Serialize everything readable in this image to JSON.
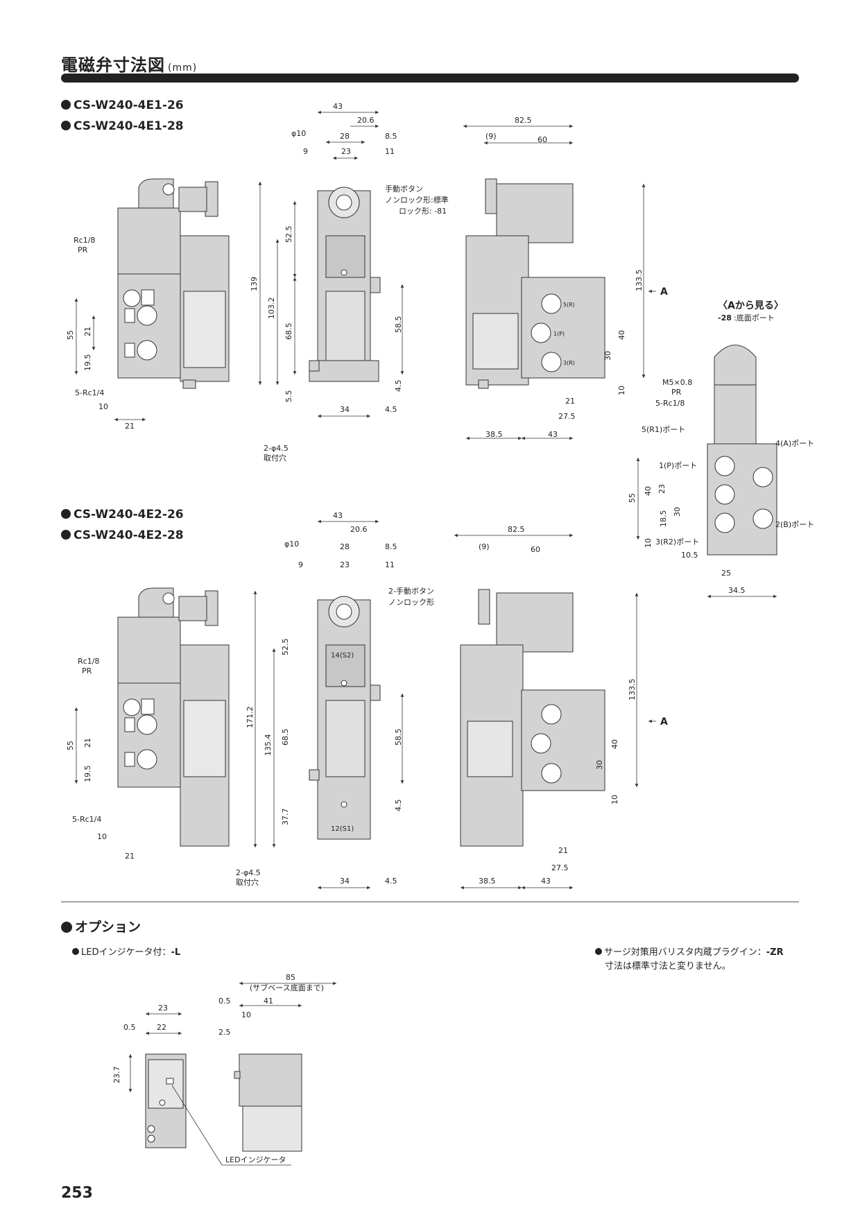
{
  "page": {
    "title": "電磁弁寸法図",
    "title_unit": "(mm)",
    "page_number": "253"
  },
  "section1": {
    "model_a": "CS-W240-4E1-26",
    "model_b": "CS-W240-4E1-28",
    "side": {
      "port_top": "Rc1/8",
      "port_top2": "PR",
      "port_side": "5-Rc1/4",
      "dims": [
        "55",
        "21",
        "19.5",
        "10",
        "21"
      ]
    },
    "front": {
      "dims_top": [
        "43",
        "20.6",
        "φ10",
        "28",
        "8.5",
        "9",
        "23",
        "11"
      ],
      "dims_left": [
        "139",
        "103.2",
        "52.5",
        "68.5",
        "5.5"
      ],
      "dims_right": [
        "58.5",
        "4.5"
      ],
      "dims_bottom": [
        "34",
        "4.5"
      ],
      "mount_holes": "2-φ4.5",
      "mount_holes_label": "取付穴",
      "manual_button": "手動ボタン",
      "manual_nonlock": "ノンロック形:標準",
      "manual_lock": "ロック形: -81"
    },
    "right": {
      "dims_top": [
        "82.5",
        "(9)",
        "60"
      ],
      "dims_right": [
        "133.5",
        "40",
        "30",
        "10"
      ],
      "dims_bottom": [
        "21",
        "27.5",
        "38.5",
        "43"
      ],
      "arrow_label": "A",
      "ports": [
        "5(R)",
        "1(P)",
        "3(R)"
      ]
    }
  },
  "bottom_view": {
    "title": "〈Aから見る〉",
    "subtitle_code": "-28",
    "subtitle_text": ":底面ポート",
    "labels": [
      "M5×0.8",
      "PR",
      "5-Rc1/8",
      "5(R1)ポート",
      "1(P)ポート",
      "3(R2)ポート",
      "4(A)ポート",
      "2(B)ポート"
    ],
    "dims": [
      "55",
      "40",
      "23",
      "30",
      "18.5",
      "10",
      "10.5",
      "25",
      "34.5"
    ]
  },
  "section2": {
    "model_a": "CS-W240-4E2-26",
    "model_b": "CS-W240-4E2-28",
    "side": {
      "port_top": "Rc1/8",
      "port_top2": "PR",
      "port_side": "5-Rc1/4",
      "dims": [
        "55",
        "21",
        "19.5",
        "10",
        "21"
      ]
    },
    "front": {
      "dims_top": [
        "43",
        "20.6",
        "φ10",
        "28",
        "8.5",
        "9",
        "23",
        "11"
      ],
      "dims_left": [
        "171.2",
        "135.4",
        "52.5",
        "68.5",
        "37.7"
      ],
      "dims_right": [
        "58.5",
        "4.5"
      ],
      "dims_bottom": [
        "34",
        "4.5"
      ],
      "mount_holes": "2-φ4.5",
      "mount_holes_label": "取付穴",
      "manual_button": "2-手動ボタン",
      "manual_nonlock": "ノンロック形",
      "solenoid_top": "14(S2)",
      "solenoid_bottom": "12(S1)"
    },
    "right": {
      "dims_top": [
        "82.5",
        "(9)",
        "60"
      ],
      "dims_right": [
        "133.5",
        "40",
        "30",
        "10"
      ],
      "dims_bottom": [
        "21",
        "27.5",
        "38.5",
        "43"
      ],
      "arrow_label": "A"
    }
  },
  "options": {
    "heading": "オプション",
    "led_label": "LEDインジケータ付：",
    "led_code": "-L",
    "surge_label": "サージ対策用バリスタ内蔵プラグイン：",
    "surge_code": "-ZR",
    "surge_note": "寸法は標準寸法と変りません。",
    "front_dims": [
      "23",
      "0.5",
      "22",
      "23.7"
    ],
    "side_dims": [
      "85",
      "(サブベース底面まで)",
      "0.5",
      "41",
      "10",
      "2.5"
    ],
    "led_indicator": "LEDインジケータ"
  },
  "colors": {
    "body": "#d3d3d3",
    "line": "#333333",
    "rule": "#222222"
  }
}
